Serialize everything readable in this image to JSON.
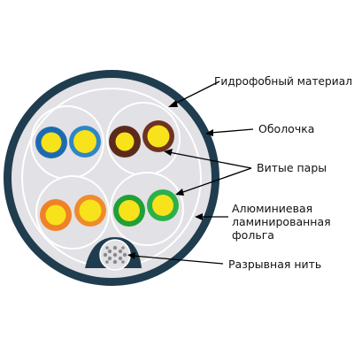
{
  "labels": {
    "hydrophobic": "Гидрофобный материал",
    "sheath": "Оболочка",
    "twisted_pairs": "Витые пары",
    "foil_line1": "Алюминиевая",
    "foil_line2": "ламинированная",
    "foil_line3": "фольга",
    "ripcord": "Разрывная нить"
  },
  "colors": {
    "sheath": "#1f3d4f",
    "fill": "#e2e1e5",
    "foil": "#ffffff",
    "conductor": "#f7e21b",
    "pair1_a": "#1c6bb0",
    "pair1_b": "#2d86c7",
    "pair2_a": "#5b2a1a",
    "pair2_b": "#6e3320",
    "pair3_a": "#ef8127",
    "pair3_b": "#f08a2c",
    "pair4_a": "#21a035",
    "pair4_b": "#2bb14a",
    "ripcord": "#8a8a8a"
  }
}
